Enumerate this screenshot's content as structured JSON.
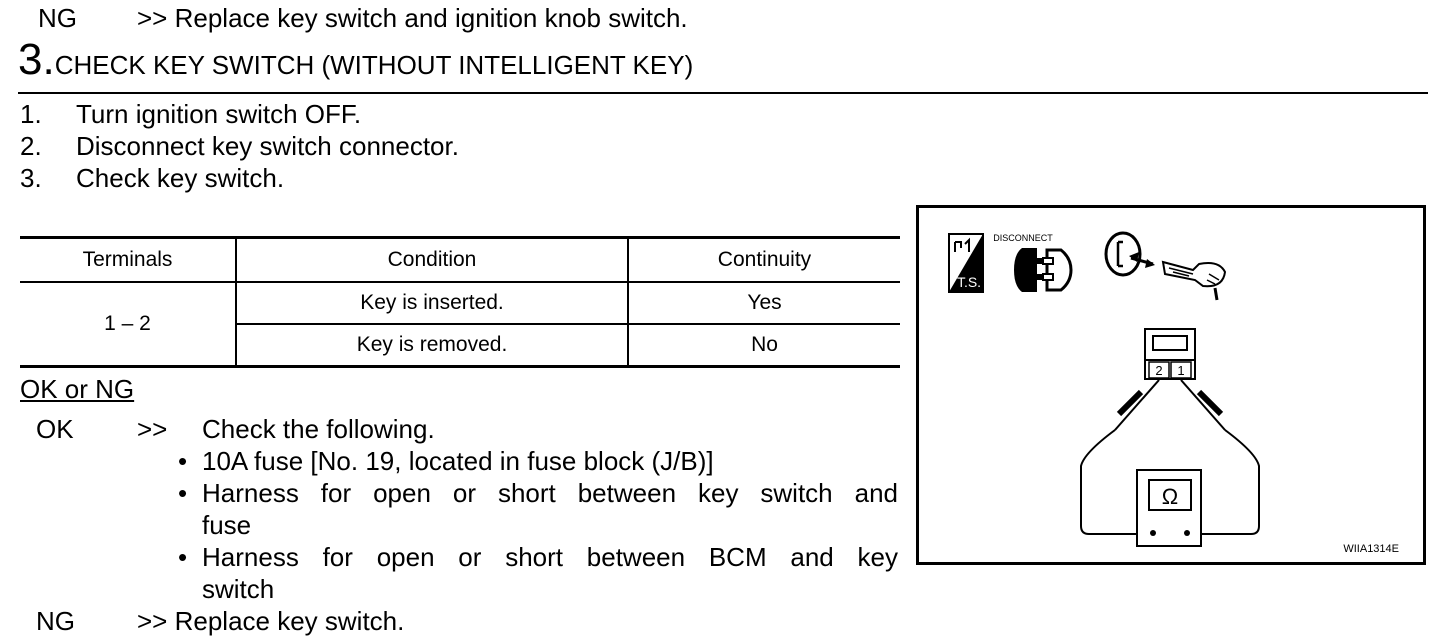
{
  "top_result": {
    "label": "NG",
    "arrow": ">>",
    "text": "Replace key switch and ignition knob switch."
  },
  "step": {
    "number": "3.",
    "title": "CHECK KEY SWITCH (WITHOUT INTELLIGENT KEY)"
  },
  "instructions": [
    {
      "num": "1.",
      "text": "Turn ignition switch OFF."
    },
    {
      "num": "2.",
      "text": "Disconnect key switch connector."
    },
    {
      "num": "3.",
      "text": "Check key switch."
    }
  ],
  "table": {
    "headers": [
      "Terminals",
      "Condition",
      "Continuity"
    ],
    "terminals": "1 – 2",
    "rows": [
      {
        "condition": "Key is inserted.",
        "continuity": "Yes"
      },
      {
        "condition": "Key is removed.",
        "continuity": "No"
      }
    ]
  },
  "result_heading": "OK or NG",
  "ok": {
    "label": "OK",
    "arrow": ">>",
    "text": "Check the following.",
    "bullets": [
      [
        "10A fuse [No. 19, located in fuse block (J/B)]"
      ],
      [
        "Harness for open or short between key switch and",
        "fuse"
      ],
      [
        "Harness for open or short between BCM and key",
        "switch"
      ]
    ]
  },
  "ng": {
    "label": "NG",
    "arrow": ">>",
    "text": "Replace key switch."
  },
  "figure": {
    "ts_label": "T.S.",
    "disconnect_label": "DISCONNECT",
    "meter_pins": [
      "2",
      "1"
    ],
    "ohm_symbol": "Ω",
    "code": "WIIA1314E"
  }
}
